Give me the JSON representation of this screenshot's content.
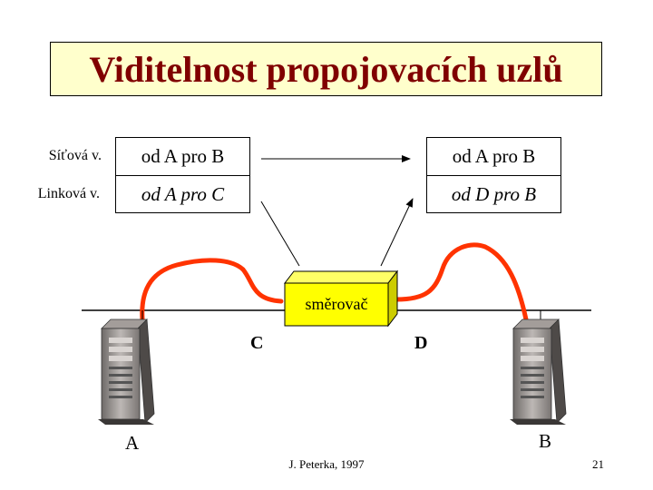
{
  "title": "Viditelnost propojovacích uzlů",
  "left_labels": [
    "Síťová v.",
    "Linková v."
  ],
  "left_table": [
    "od A pro B",
    "od A pro C"
  ],
  "right_table": [
    "od A pro B",
    "od D pro B"
  ],
  "router": "směrovač",
  "ports": {
    "left": "C",
    "right": "D"
  },
  "hosts": {
    "left": "A",
    "right": "B"
  },
  "footer": {
    "author": "J. Peterka, 1997",
    "page": "21"
  },
  "colors": {
    "title_bg": "#ffffcc",
    "title_text": "#800000",
    "router": "#ffff00",
    "path": "#ff3300"
  }
}
